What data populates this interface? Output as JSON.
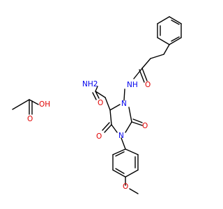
{
  "colors": {
    "background": "#ffffff",
    "bond": "#000000",
    "oxygen": "#e00000",
    "nitrogen": "#0000ee"
  },
  "labels": {
    "acetic_oh": "OH",
    "acetic_o": "O",
    "amide_nh2": "NH2",
    "amide_o": "O",
    "ring_n1": "N",
    "ring_n3": "N",
    "carbonyl_o5": "O",
    "carbonyl_o2": "O",
    "hydrazide_nh": "NH",
    "hydrazide_o": "O",
    "methoxy_o": "O"
  }
}
